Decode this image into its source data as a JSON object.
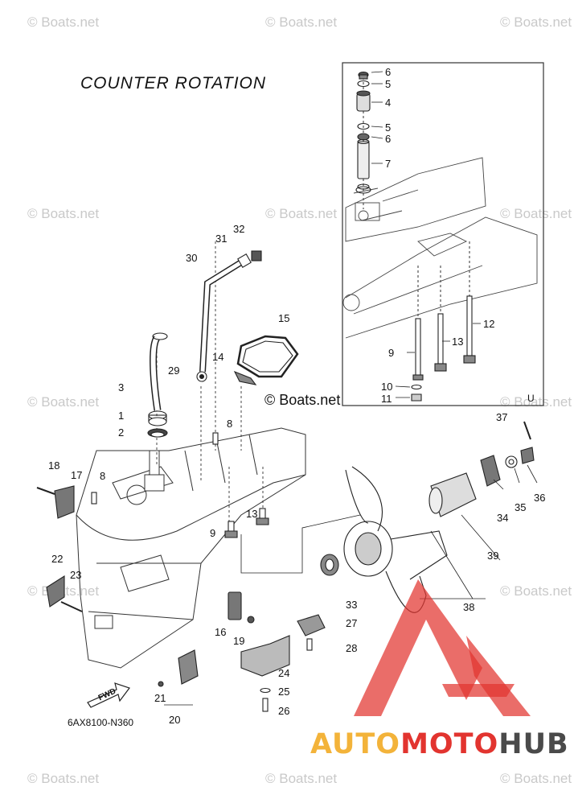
{
  "title": "COUNTER ROTATION",
  "diagram_code": "6AX8100-N360",
  "copyright_note": "© Boats.net",
  "watermark_text": "© Boats.net",
  "brand": {
    "part1": "AUTO",
    "part2": "MOTO",
    "part3": "HUB",
    "colors": {
      "part1": "#f3b33a",
      "part2": "#e2342f",
      "part3": "#4a4a4a"
    }
  },
  "inset_marker": "U",
  "fwd_label": "FWD",
  "callouts": [
    "1",
    "2",
    "3",
    "4",
    "5",
    "5",
    "6",
    "6",
    "7",
    "8",
    "8",
    "9",
    "9",
    "10",
    "11",
    "12",
    "13",
    "13",
    "14",
    "15",
    "16",
    "17",
    "18",
    "19",
    "20",
    "21",
    "22",
    "23",
    "24",
    "25",
    "26",
    "27",
    "28",
    "29",
    "30",
    "31",
    "32",
    "33",
    "34",
    "35",
    "36",
    "37",
    "38",
    "39"
  ]
}
